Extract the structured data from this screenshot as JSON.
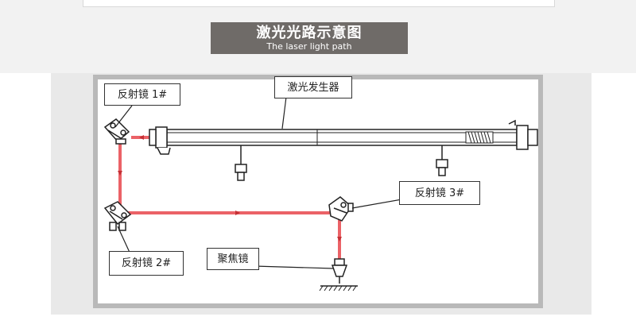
{
  "header": {
    "title_zh": "激光光路示意图",
    "title_en": "The laser light path",
    "dot": "·"
  },
  "labels": {
    "mirror1": "反射镜 1#",
    "mirror2": "反射镜 2#",
    "mirror3": "反射镜 3#",
    "generator": "激光发生器",
    "focus": "聚焦镜"
  },
  "colors": {
    "beam": "#e8474c",
    "band": "#6f6b68",
    "frame": "#b9b9b9"
  }
}
